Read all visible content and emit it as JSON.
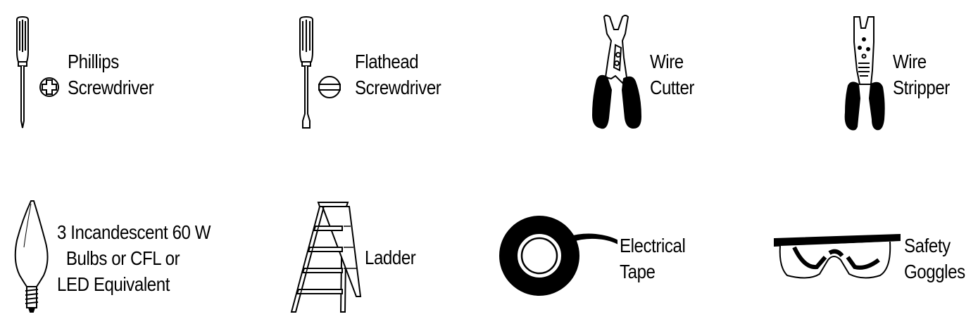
{
  "tools": [
    {
      "id": "phillips",
      "icon": "phillips-screwdriver-icon",
      "lines": [
        "Phillips",
        "Screwdriver"
      ]
    },
    {
      "id": "flathead",
      "icon": "flathead-screwdriver-icon",
      "lines": [
        "Flathead",
        "Screwdriver"
      ]
    },
    {
      "id": "cutter",
      "icon": "wire-cutter-icon",
      "lines": [
        "Wire",
        "Cutter"
      ]
    },
    {
      "id": "stripper",
      "icon": "wire-stripper-icon",
      "lines": [
        "Wire",
        "Stripper"
      ]
    },
    {
      "id": "bulbs",
      "icon": "light-bulb-icon",
      "lines": [
        "3 Incandescent 60 W",
        "Bulbs or CFL or",
        "LED Equivalent"
      ]
    },
    {
      "id": "ladder",
      "icon": "ladder-icon",
      "lines": [
        "Ladder"
      ]
    },
    {
      "id": "tape",
      "icon": "electrical-tape-icon",
      "lines": [
        "Electrical",
        "Tape"
      ]
    },
    {
      "id": "goggles",
      "icon": "safety-goggles-icon",
      "lines": [
        "Safety",
        "Goggles"
      ]
    }
  ],
  "colors": {
    "ink": "#000000",
    "paper": "#ffffff"
  }
}
